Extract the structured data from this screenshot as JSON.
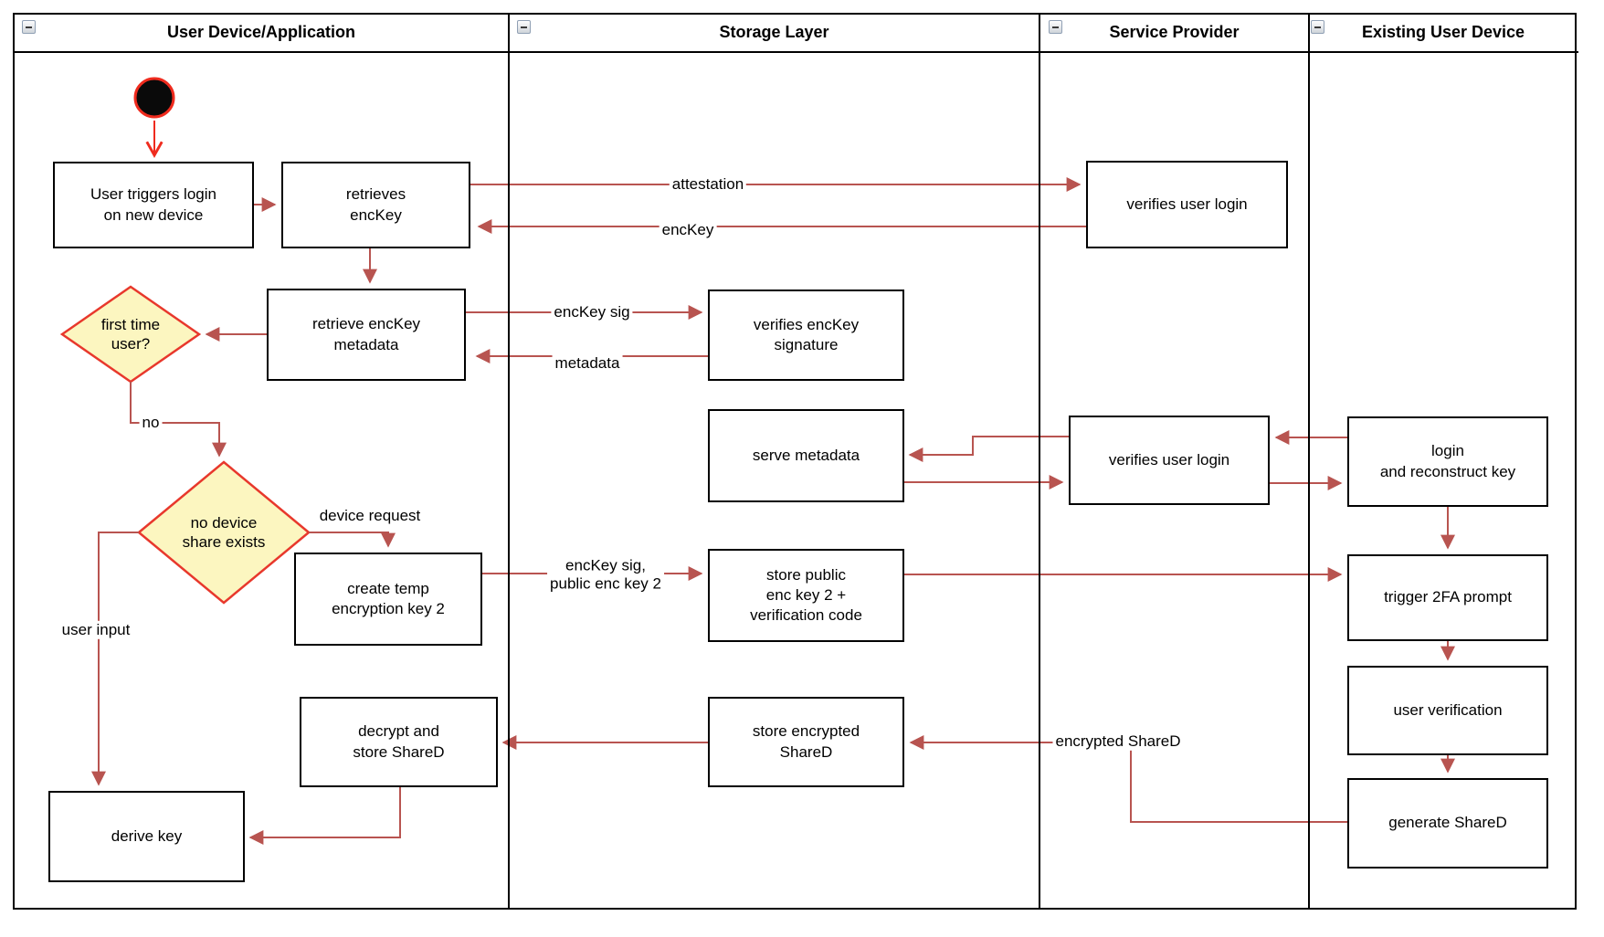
{
  "lanes": [
    {
      "title": "User Device/Application"
    },
    {
      "title": "Storage Layer"
    },
    {
      "title": "Service Provider"
    },
    {
      "title": "Existing User Device"
    }
  ],
  "nodes": {
    "user_triggers": {
      "label": "User triggers login\non new device"
    },
    "retrieves_enckey": {
      "label": "retrieves\nencKey"
    },
    "verifies_login_top": {
      "label": "verifies user login"
    },
    "retrieve_metadata": {
      "label": "retrieve encKey\nmetadata"
    },
    "first_time_user": {
      "label": "first time\nuser?"
    },
    "verifies_enckey_sig": {
      "label": "verifies encKey\nsignature"
    },
    "serve_metadata": {
      "label": "serve metadata"
    },
    "verifies_login_mid": {
      "label": "verifies user login"
    },
    "login_reconstruct": {
      "label": "login\nand reconstruct key"
    },
    "no_device_share": {
      "label": "no device\nshare exists"
    },
    "create_temp_key": {
      "label": "create temp\nencryption key 2"
    },
    "store_public_key": {
      "label": "store public\nenc key 2 +\nverification code"
    },
    "trigger_2fa": {
      "label": "trigger 2FA prompt"
    },
    "user_verification": {
      "label": "user verification"
    },
    "generate_shared": {
      "label": "generate ShareD"
    },
    "store_encrypted_shared": {
      "label": "store encrypted\nShareD"
    },
    "decrypt_store_shared": {
      "label": "decrypt and\nstore ShareD"
    },
    "derive_key": {
      "label": "derive key"
    }
  },
  "edge_labels": {
    "attestation": "attestation",
    "enckey": "encKey",
    "enckey_sig": "encKey sig",
    "metadata": "metadata",
    "no": "no",
    "device_request": "device request",
    "user_input": "user input",
    "enckey_sig_public": "encKey sig,\npublic enc key 2",
    "encrypted_shared": "encrypted ShareD"
  },
  "colors": {
    "connector": "#b85450",
    "accent": "#ef2b1e",
    "diamond_fill": "#fcf6c0",
    "diamond_stroke": "#e8382c",
    "start_fill": "#0a0a0a"
  }
}
